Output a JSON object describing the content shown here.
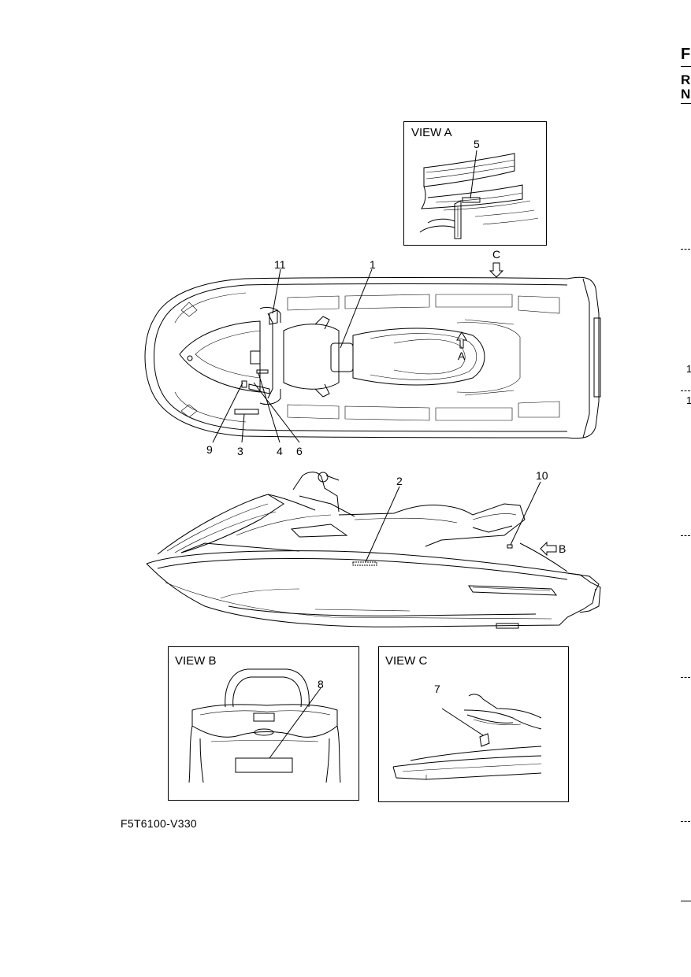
{
  "views": {
    "a": "VIEW A",
    "b": "VIEW B",
    "c": "VIEW C"
  },
  "arrows": {
    "a": "A",
    "b": "B",
    "c": "C"
  },
  "callouts": {
    "c1": "1",
    "c2": "2",
    "c3": "3",
    "c4": "4",
    "c5": "5",
    "c6": "6",
    "c7": "7",
    "c8": "8",
    "c9": "9",
    "c10": "10",
    "c11": "11"
  },
  "figure_code": "F5T6100-V330",
  "edge_text": {
    "e1": "F",
    "e2": "R",
    "e3": "N",
    "e4": "1",
    "e5": "1"
  }
}
